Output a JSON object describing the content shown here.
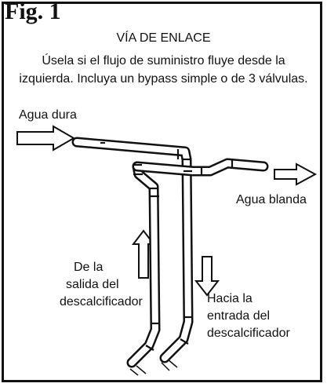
{
  "figure": {
    "label": "Fig. 1",
    "title": "VÍA DE ENLACE",
    "description_line1": "Úsela si el flujo de suministro fluye desde la",
    "description_line2": "izquierda. Incluya un bypass simple o de 3 válvulas."
  },
  "labels": {
    "hard_water": "Agua dura",
    "soft_water": "Agua blanda",
    "from_outlet_line1": "De la",
    "from_outlet_line2": "salida del",
    "from_outlet_line3": "descalcificador",
    "to_inlet_line1": "Hacia la",
    "to_inlet_line2": "entrada del",
    "to_inlet_line3": "descalcificador"
  }
}
